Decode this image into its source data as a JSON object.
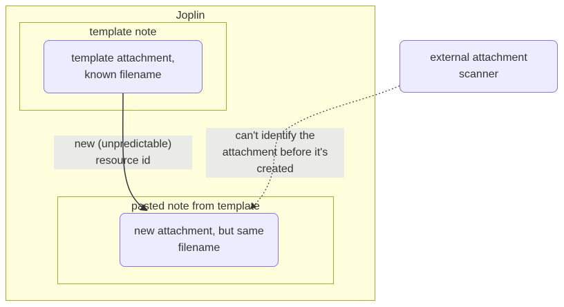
{
  "diagram": {
    "type": "flowchart",
    "colors": {
      "container_fill": "#ffffde",
      "container_border": "#aaaa33",
      "node_fill": "#ececff",
      "node_border": "#9370db",
      "edge_label_background": "#e8e8e8",
      "edge_stroke": "#333333",
      "text": "#333333",
      "page_background": "#ffffff"
    },
    "containers": [
      {
        "id": "joplin",
        "label": "Joplin"
      },
      {
        "id": "template-note",
        "label": "template note",
        "parent": "joplin"
      },
      {
        "id": "pasted-note",
        "label": "pasted note from template",
        "parent": "joplin"
      }
    ],
    "nodes": [
      {
        "id": "template-attachment",
        "label": "template attachment,\nknown filename",
        "container": "template-note"
      },
      {
        "id": "new-attachment",
        "label": "new attachment, but same\nfilename",
        "container": "pasted-note"
      },
      {
        "id": "external-scanner",
        "label": "external attachment\nscanner",
        "container": "none"
      }
    ],
    "edges": [
      {
        "from": "template-attachment",
        "to": "new-attachment",
        "style": "solid",
        "label": "new (unpredictable)\nresource id"
      },
      {
        "from": "external-scanner",
        "to": "new-attachment",
        "style": "dotted",
        "label": "can't identify the\nattachment before it's\ncreated"
      }
    ]
  }
}
